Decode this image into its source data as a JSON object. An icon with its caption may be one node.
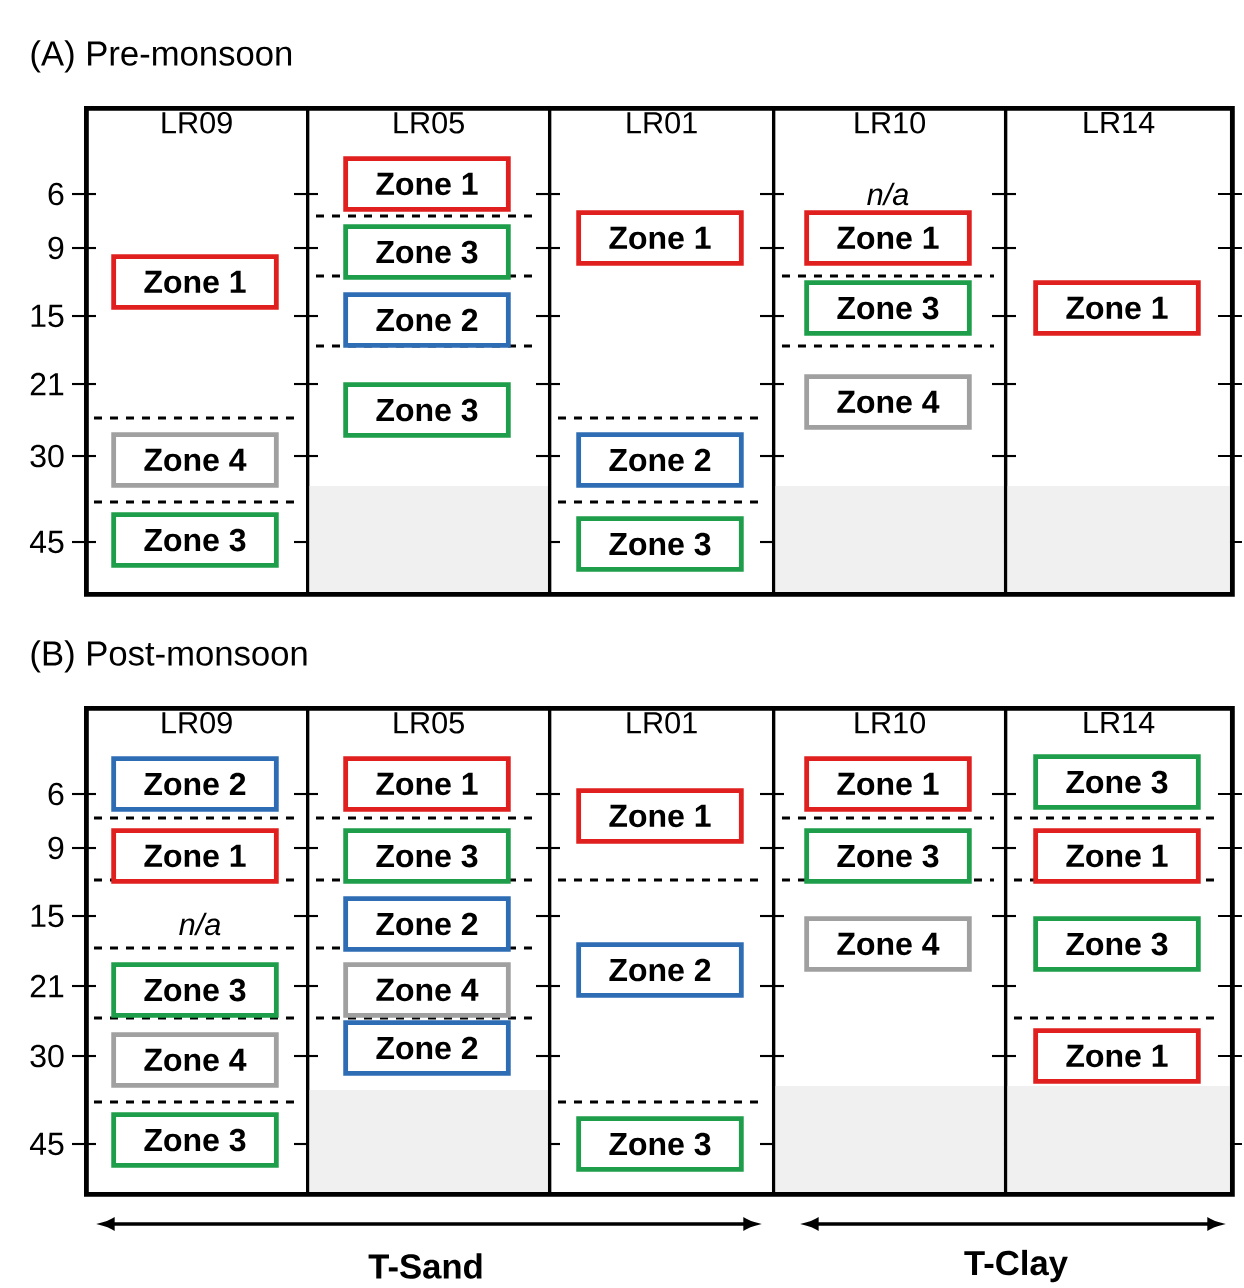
{
  "diagram": {
    "nodes": [
      {
        "text": [
          "(A) Pre-monsoon"
        ]
      },
      {
        "text": [
          "LR09"
        ],
        "in": 0
      },
      {
        "text": [
          "Zone 1"
        ],
        "in": 1
      },
      {
        "text": [
          "Zone 4"
        ],
        "in": 1
      },
      {
        "text": [
          "Zone 3"
        ],
        "in": 1
      },
      {
        "text": [
          "LR05"
        ],
        "in": 0
      },
      {
        "text": [
          "Zone 1"
        ],
        "in": 5
      },
      {
        "text": [
          "Zone 3"
        ],
        "in": 5
      },
      {
        "text": [
          "Zone 2"
        ],
        "in": 5
      },
      {
        "text": [
          "Zone 3"
        ],
        "in": 5
      },
      {
        "text": [
          "LR01"
        ],
        "in": 0
      },
      {
        "text": [
          "Zone 1"
        ],
        "in": 10
      },
      {
        "text": [
          "Zone 2"
        ],
        "in": 10
      },
      {
        "text": [
          "Zone 3"
        ],
        "in": 10
      },
      {
        "text": [
          "LR10"
        ],
        "in": 0
      },
      {
        "text": [
          "Zone 1"
        ],
        "in": 14
      },
      {
        "text": [
          "Zone 3"
        ],
        "in": 14
      },
      {
        "text": [
          "Zone 4"
        ],
        "in": 14
      },
      {
        "text": [
          "LR14"
        ],
        "in": 0
      },
      {
        "text": [
          "Zone 1"
        ],
        "in": 18
      },
      {
        "text": [
          "(B) Post-monsoon"
        ]
      },
      {
        "text": [
          "LR09"
        ],
        "in": 20
      },
      {
        "text": [
          "Zone 2"
        ],
        "in": 21
      },
      {
        "text": [
          "Zone 1"
        ],
        "in": 21
      },
      {
        "text": [
          "Zone 3"
        ],
        "in": 21
      },
      {
        "text": [
          "Zone 4"
        ],
        "in": 21
      },
      {
        "text": [
          "Zone 3"
        ],
        "in": 21
      },
      {
        "text": [
          "LR05"
        ],
        "in": 20
      },
      {
        "text": [
          "Zone 1"
        ],
        "in": 27
      },
      {
        "text": [
          "Zone 3"
        ],
        "in": 27
      },
      {
        "text": [
          "Zone 2"
        ],
        "in": 27
      },
      {
        "text": [
          "Zone 4"
        ],
        "in": 27
      },
      {
        "text": [
          "Zone 2"
        ],
        "in": 27
      },
      {
        "text": [
          "LR01"
        ],
        "in": 20
      },
      {
        "text": [
          "Zone 1"
        ],
        "in": 33
      },
      {
        "text": [
          "Zone 2"
        ],
        "in": 33
      },
      {
        "text": [
          "Zone 3"
        ],
        "in": 33
      },
      {
        "text": [
          "LR10"
        ],
        "in": 20
      },
      {
        "text": [
          "Zone 1"
        ],
        "in": 37
      },
      {
        "text": [
          "Zone 3"
        ],
        "in": 37
      },
      {
        "text": [
          "Zone 4"
        ],
        "in": 37
      },
      {
        "text": [
          "LR14"
        ],
        "in": 20
      },
      {
        "text": [
          "Zone 3"
        ],
        "in": 41
      },
      {
        "text": [
          "Zone 1"
        ],
        "in": 41
      },
      {
        "text": [
          "Zone 3"
        ],
        "in": 41
      },
      {
        "text": [
          "Zone 1"
        ],
        "in": 41
      }
    ],
    "labels": [
      "6",
      "9",
      "15",
      "21",
      "30",
      "45",
      "n/a",
      "6",
      "9",
      "15",
      "21",
      "30",
      "45",
      "n/a",
      "T-Sand",
      "T-Clay"
    ]
  }
}
